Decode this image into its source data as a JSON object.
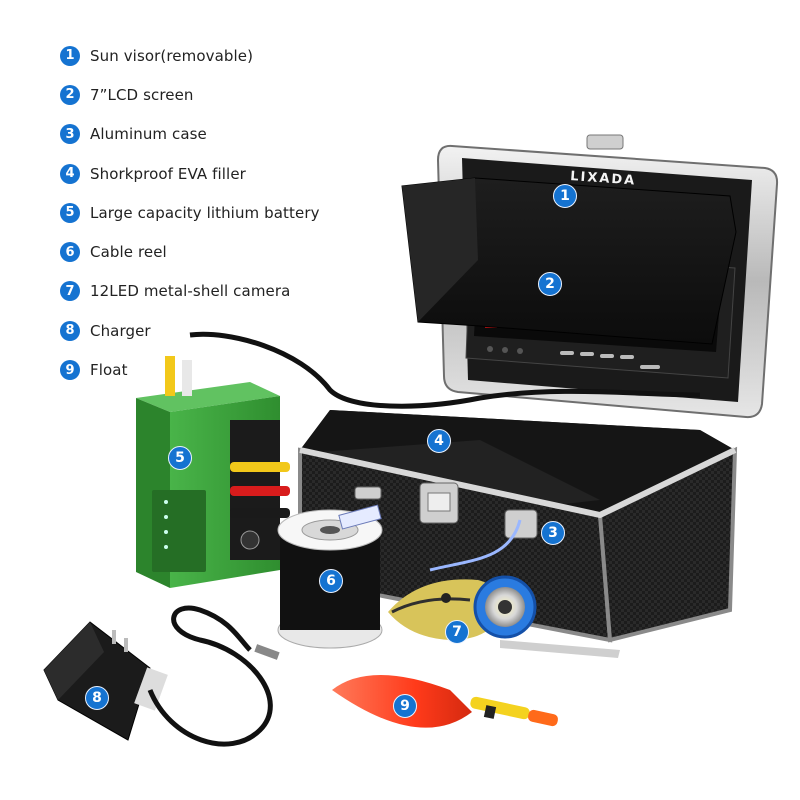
{
  "legend": [
    {
      "num": "1",
      "label": "Sun visor(removable)"
    },
    {
      "num": "2",
      "label": "7”LCD screen"
    },
    {
      "num": "3",
      "label": "Aluminum case"
    },
    {
      "num": "4",
      "label": "Shorkproof EVA filler"
    },
    {
      "num": "5",
      "label": "Large capacity lithium battery"
    },
    {
      "num": "6",
      "label": "Cable reel"
    },
    {
      "num": "7",
      "label": "12LED metal-shell camera"
    },
    {
      "num": "8",
      "label": "Charger"
    },
    {
      "num": "9",
      "label": "Float"
    }
  ],
  "brand": "LIXADA",
  "callouts": {
    "c1": "1",
    "c2": "2",
    "c3": "3",
    "c4": "4",
    "c5": "5",
    "c6": "6",
    "c7": "7",
    "c8": "8",
    "c9": "9"
  },
  "colors": {
    "badge": "#1573d1",
    "battery": "#3aa33a",
    "float_red": "#ff3a1a",
    "float_yellow": "#f4d21f"
  }
}
